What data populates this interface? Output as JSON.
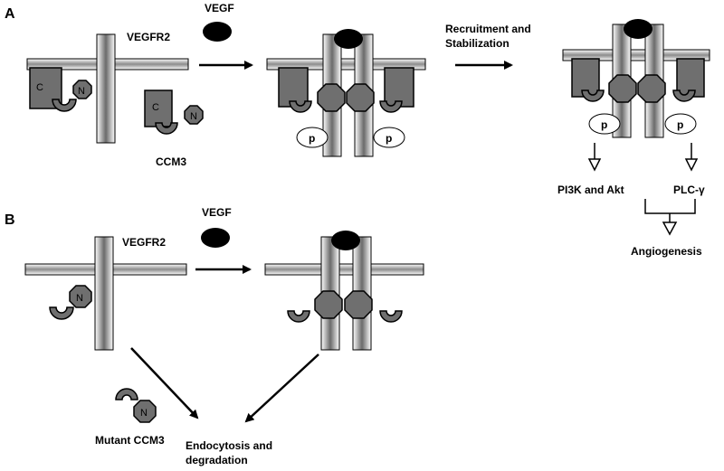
{
  "panels": {
    "a": "A",
    "b": "B"
  },
  "labels": {
    "vegfr2": "VEGFR2",
    "vegf": "VEGF",
    "ccm3": "CCM3",
    "recruitment_line1": "Recruitment and",
    "recruitment_line2": "Stabilization",
    "pi3k_akt": "PI3K and Akt",
    "plc": "PLC-γ",
    "angiogenesis": "Angiogenesis",
    "mutant_ccm3": "Mutant CCM3",
    "endocytosis_line1": "Endocytosis and",
    "endocytosis_line2": "degradation"
  },
  "domains": {
    "c": "C",
    "n": "N",
    "p": "p"
  },
  "colors": {
    "domain_fill": "#6f6f6f",
    "ligand": "#000000",
    "outline": "#000000"
  }
}
